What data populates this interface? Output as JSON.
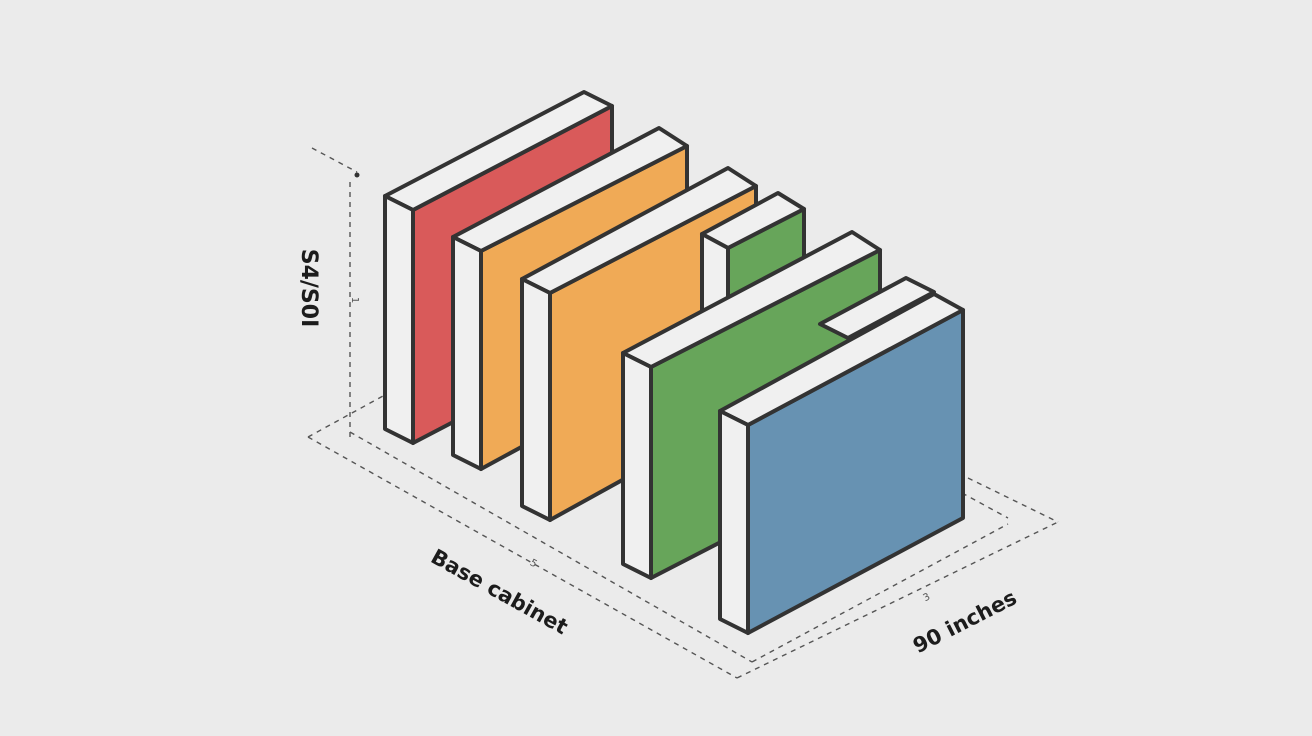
{
  "diagram": {
    "labels": {
      "height": "S4/S0I",
      "base": "Base cabinet",
      "width": "90 inches"
    },
    "tick_marks": {
      "height": "1",
      "base": "5",
      "width": "3"
    },
    "panel_order": [
      "red",
      "orange",
      "orange",
      "green",
      "green",
      "blue"
    ],
    "colors": {
      "background": "#ebebeb",
      "outline": "#333333",
      "panel_side": "#f0f0f0",
      "red": "#d95a5a",
      "orange": "#f0aa56",
      "green": "#67a55a",
      "blue": "#6792b2"
    }
  }
}
